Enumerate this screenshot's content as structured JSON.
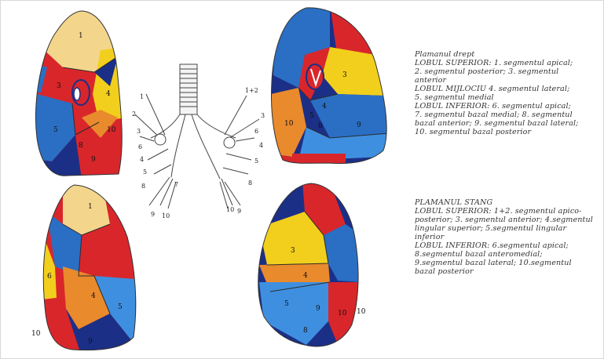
{
  "colors": {
    "red": "#d9262b",
    "blue": "#2a6fc4",
    "navy": "#1c2f86",
    "yellow": "#f2cf1c",
    "orange": "#e98a2c",
    "cream": "#f3d58c",
    "light_blue": "#3f8fe0"
  },
  "lungs": {
    "upper_left": {
      "labels": [
        "1",
        "3",
        "5",
        "4",
        "10",
        "8",
        "9"
      ]
    },
    "upper_right": {
      "labels": [
        "3",
        "4",
        "5",
        "10",
        "9",
        "8"
      ]
    },
    "lower_left": {
      "labels": [
        "1",
        "6",
        "4",
        "5",
        "10",
        "9"
      ]
    },
    "lower_right": {
      "labels": [
        "3",
        "4",
        "5",
        "10",
        "9",
        "8",
        "10"
      ]
    }
  },
  "bronchial_tree": {
    "labels": [
      "1",
      "2",
      "3",
      "6",
      "4",
      "5",
      "8",
      "7",
      "9",
      "10",
      "1+2",
      "3",
      "6",
      "4",
      "5",
      "8",
      "10",
      "9"
    ]
  },
  "legend_right": {
    "lines": [
      "Plamanul drept",
      "LOBUL SUPERIOR: 1. segmentul apical;",
      "2. segmentul posterior; 3. segmentul",
      "anterior",
      "LOBUL MIJLOCIU 4. segmentul lateral;",
      "5. segmentul medial",
      "LOBUL INFERIOR: 6. segmentul apical;",
      "7. segmentul bazal medial; 8. segmentul",
      "bazal anterior; 9. segmentul bazal lateral;",
      "10. segmentul bazal posterior"
    ]
  },
  "legend_left": {
    "lines": [
      "PLAMANUL STANG",
      "LOBUL SUPERIOR: 1+2. segmentul apico-",
      "posterior; 3. segmentul anterior; 4.segmentul",
      "lingular superior; 5.segmentul lingular",
      "inferior",
      "LOBUL INFERIOR: 6.segmentul apical;",
      "8.segmentul bazal anteromedial;",
      "9.segmentul bazal lateral; 10.segmentul",
      "bazal posterior"
    ]
  }
}
